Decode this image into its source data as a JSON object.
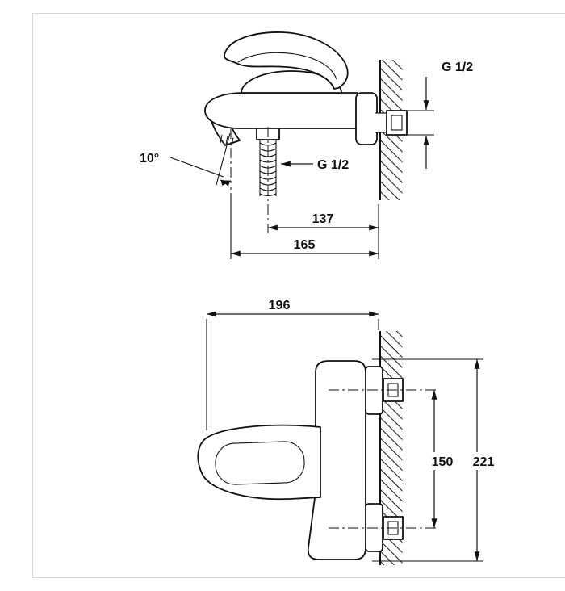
{
  "drawing": {
    "line_color": "#111111",
    "side_view": {
      "wall_thread_label": "G 1/2",
      "hose_thread_label": "G 1/2",
      "spout_angle": "10°",
      "dim_hose_center_to_wall": "137",
      "dim_spout_to_wall": "165"
    },
    "front_view": {
      "dim_depth": "196",
      "dim_inlet_to_outlet": "150",
      "dim_overall_height": "221"
    }
  }
}
